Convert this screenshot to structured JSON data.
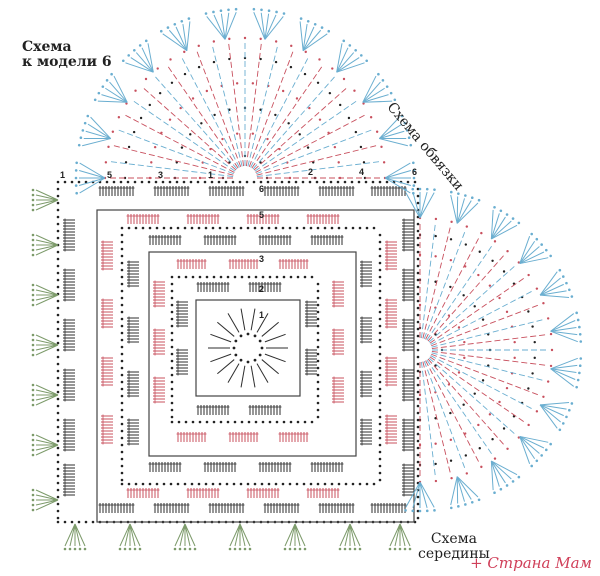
{
  "title": {
    "line1": "Схема",
    "line2": "к модели 6"
  },
  "edging_label": "Схема обвязки",
  "middle_label": {
    "line1": "Схема",
    "line2": "середины"
  },
  "watermark": "+ Страна Мам",
  "row_numbers_top": [
    "1",
    "5",
    "3",
    "1",
    "2",
    "4",
    "6"
  ],
  "row_numbers_vertical": [
    "6",
    "5",
    "3",
    "2",
    "1"
  ],
  "colors": {
    "chain_dot": "#222222",
    "frame_line": "#444444",
    "stitch_red": "#c8505e",
    "stitch_dark": "#2e2e2e",
    "stitch_blue": "#6aaed0",
    "stitch_green": "#7c9a6a",
    "accent_watermark": "#d0405a"
  }
}
